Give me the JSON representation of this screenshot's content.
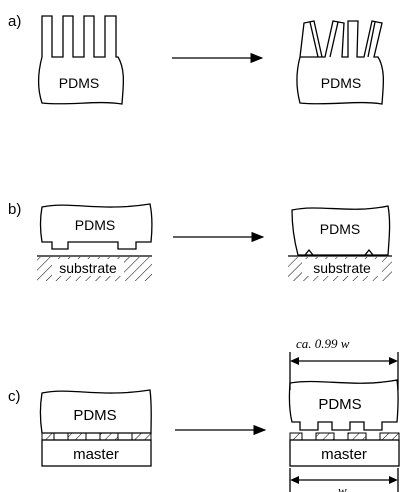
{
  "panels": {
    "a": {
      "label": "a)",
      "left_material": "PDMS",
      "right_material": "PDMS"
    },
    "b": {
      "label": "b)",
      "left_material": "PDMS",
      "right_material": "PDMS",
      "left_substrate": "substrate",
      "right_substrate": "substrate"
    },
    "c": {
      "label": "c)",
      "left_material": "PDMS",
      "right_material": "PDMS",
      "left_master": "master",
      "right_master": "master",
      "top_dimension": "ca. 0.99 w",
      "bottom_dimension": "w"
    }
  },
  "colors": {
    "line": "#000000",
    "background": "#ffffff"
  }
}
